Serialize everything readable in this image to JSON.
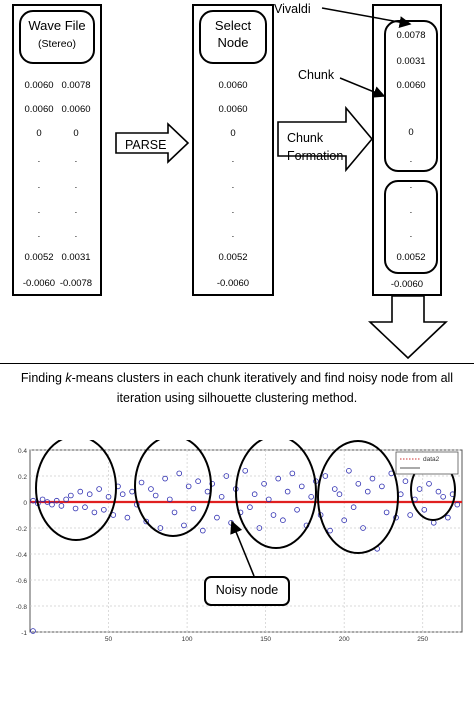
{
  "wave_file": {
    "title": "Wave File",
    "subtitle": "(Stereo)",
    "rows": [
      [
        "0.0060",
        "0.0078"
      ],
      [
        "0.0060",
        "0.0060"
      ],
      [
        "0",
        "0"
      ],
      [
        ".",
        "."
      ],
      [
        ".",
        "."
      ],
      [
        ".",
        "."
      ],
      [
        ".",
        "."
      ],
      [
        "0.0052",
        "0.0031"
      ],
      [
        "-0.0060",
        "-0.0078"
      ]
    ]
  },
  "select_node": {
    "title_line1": "Select",
    "title_line2": "Node",
    "rows": [
      "0.0060",
      "0.0060",
      "0",
      ".",
      ".",
      ".",
      ".",
      "0.0052",
      "-0.0060"
    ]
  },
  "arrows": {
    "parse_label": "PARSE",
    "chunk_line1": "Chunk",
    "chunk_line2": "Formation"
  },
  "chunks": {
    "vivaldi_label": "Vivaldi",
    "chunk_label": "Chunk",
    "chunk1_rows": [
      "0.0078",
      "0.0031",
      "0.0060",
      "0",
      "."
    ],
    "chunk2_rows": [
      ".",
      ".",
      ".",
      "0.0052"
    ],
    "bottom_value": "-0.0060"
  },
  "caption": {
    "line1_pre": "Finding ",
    "line1_italic": "k",
    "line1_post": "-means clusters in each chunk iteratively and find noisy node from all",
    "line2": "iteration using silhouette clustering method."
  },
  "plot": {
    "legend_label": "data2",
    "noisy_label": "Noisy node",
    "series_color": "#2b2bb0",
    "line_color": "#e02020"
  },
  "chart_data": {
    "type": "scatter",
    "x_ticks": [
      "50",
      "100",
      "150",
      "200",
      "250"
    ],
    "y_ticks": [
      "0.4",
      "0.2",
      "0",
      "-0.2",
      "-0.4",
      "-0.6",
      "-0.8",
      "-1"
    ],
    "xlim": [
      0,
      275
    ],
    "ylim": [
      -1,
      0.4
    ],
    "grid": true,
    "legend_position": "top-right",
    "series": [
      {
        "name": "data2",
        "x": [
          2,
          5,
          8,
          11,
          14,
          17,
          20,
          23,
          26,
          29,
          32,
          35,
          38,
          41,
          44,
          47,
          50,
          53,
          56,
          59,
          62,
          65,
          68,
          71,
          74,
          77,
          80,
          83,
          86,
          89,
          92,
          95,
          98,
          101,
          104,
          107,
          110,
          113,
          116,
          119,
          122,
          125,
          128,
          131,
          134,
          137,
          140,
          143,
          146,
          149,
          152,
          155,
          158,
          161,
          164,
          167,
          170,
          173,
          176,
          179,
          182,
          185,
          188,
          191,
          194,
          197,
          200,
          203,
          206,
          209,
          212,
          215,
          218,
          221,
          224,
          227,
          230,
          233,
          236,
          239,
          242,
          245,
          248,
          251,
          254,
          257,
          260,
          263,
          266,
          269,
          272
        ],
        "y": [
          0.01,
          -0.01,
          0.02,
          0.0,
          -0.02,
          0.01,
          -0.03,
          0.02,
          0.05,
          -0.05,
          0.08,
          -0.04,
          0.06,
          -0.08,
          0.1,
          -0.06,
          0.04,
          -0.1,
          0.12,
          0.06,
          -0.12,
          0.08,
          -0.02,
          0.15,
          -0.15,
          0.1,
          0.05,
          -0.2,
          0.18,
          0.02,
          -0.08,
          0.22,
          -0.18,
          0.12,
          -0.05,
          0.16,
          -0.22,
          0.08,
          0.14,
          -0.12,
          0.04,
          0.2,
          -0.16,
          0.1,
          -0.08,
          0.24,
          -0.04,
          0.06,
          -0.2,
          0.14,
          0.02,
          -0.1,
          0.18,
          -0.14,
          0.08,
          0.22,
          -0.06,
          0.12,
          -0.18,
          0.04,
          0.16,
          -0.1,
          0.2,
          -0.22,
          0.1,
          0.06,
          -0.14,
          0.24,
          -0.04,
          0.14,
          -0.2,
          0.08,
          0.18,
          -0.36,
          0.12,
          -0.08,
          0.22,
          -0.12,
          0.06,
          0.16,
          -0.1,
          0.02,
          0.1,
          -0.06,
          0.14,
          -0.16,
          0.08,
          0.04,
          -0.12,
          0.06,
          -0.02
        ]
      }
    ],
    "flat_series": {
      "x_start": 0,
      "x_end": 275,
      "y": 0.0
    },
    "outlier": {
      "x": 0,
      "y": -1.0
    }
  }
}
